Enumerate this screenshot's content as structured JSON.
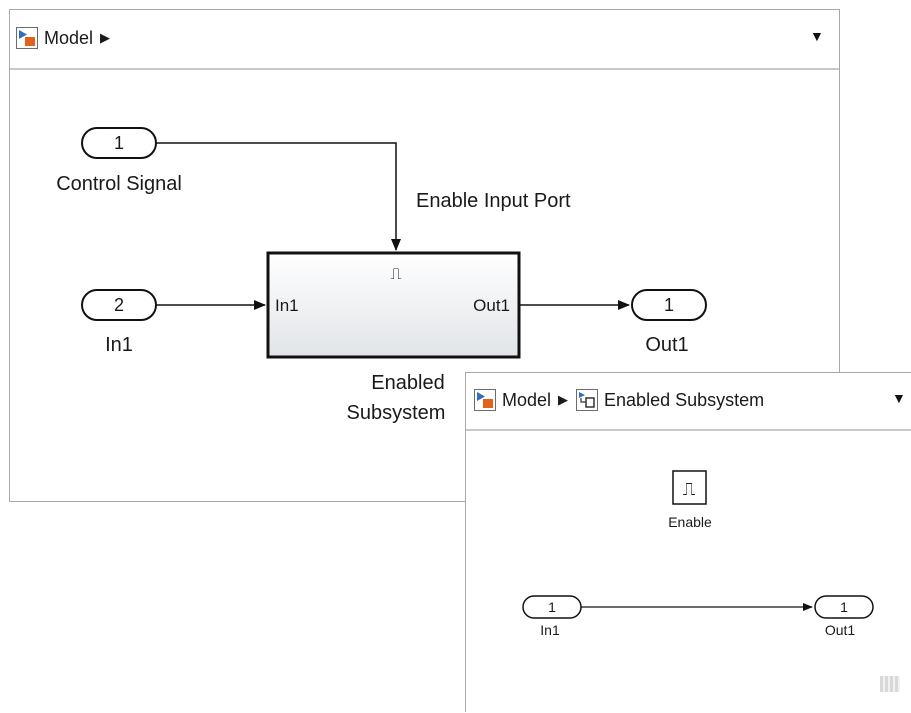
{
  "main_window": {
    "breadcrumb": {
      "model_label": "Model"
    },
    "blocks": {
      "control_signal": {
        "port_number": "1",
        "label": "Control Signal"
      },
      "in1": {
        "port_number": "2",
        "label": "In1"
      },
      "enabled_subsystem": {
        "enable_symbol": "⎍",
        "in_port_label": "In1",
        "out_port_label": "Out1",
        "label_line1": "Enabled",
        "label_line2": "Subsystem"
      },
      "out1": {
        "port_number": "1",
        "label": "Out1"
      }
    },
    "annotation": "Enable Input Port"
  },
  "sub_window": {
    "breadcrumb": {
      "model_label": "Model",
      "subsystem_label": "Enabled Subsystem"
    },
    "blocks": {
      "enable": {
        "label": "Enable",
        "symbol": "⎍"
      },
      "in1": {
        "port_number": "1",
        "label": "In1"
      },
      "out1": {
        "port_number": "1",
        "label": "Out1"
      }
    }
  },
  "icons": [
    "model-icon",
    "chevron-right-icon",
    "subsystem-icon",
    "dropdown-arrow-icon",
    "enable-pulse-icon"
  ],
  "colors": {
    "block_fill_top": "#ffffff",
    "block_fill_bottom": "#e1e4e8",
    "border": "#a9a9a9",
    "model_icon_orange": "#e2621b",
    "model_icon_blue": "#2f6ebd"
  }
}
